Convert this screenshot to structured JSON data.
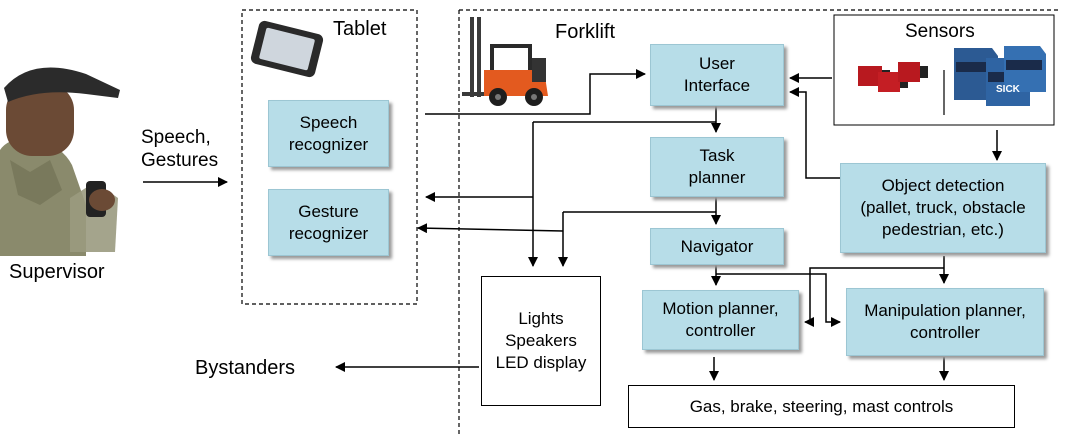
{
  "supervisor": {
    "label": "Supervisor"
  },
  "input_arrow": {
    "line1": "Speech,",
    "line2": "Gestures"
  },
  "bystanders": {
    "label": "Bystanders"
  },
  "tablet": {
    "title": "Tablet",
    "speech_recognizer": {
      "line1": "Speech",
      "line2": "recognizer"
    },
    "gesture_recognizer": {
      "line1": "Gesture",
      "line2": "recognizer"
    }
  },
  "forklift": {
    "title": "Forklift",
    "user_interface": {
      "line1": "User",
      "line2": "Interface"
    },
    "task_planner": {
      "line1": "Task",
      "line2": "planner"
    },
    "navigator": {
      "line1": "Navigator"
    },
    "motion_planner": {
      "line1": "Motion planner,",
      "line2": "controller"
    },
    "manipulation_planner": {
      "line1": "Manipulation planner,",
      "line2": "controller"
    },
    "object_detection": {
      "line1": "Object detection",
      "line2": "(pallet, truck, obstacle",
      "line3": "pedestrian, etc.)"
    },
    "outputs": {
      "line1": "Lights",
      "line2": "Speakers",
      "line3": "LED display"
    },
    "controls": {
      "label": "Gas, brake, steering, mast controls"
    }
  },
  "sensors": {
    "title": "Sensors",
    "badge": "SICK"
  },
  "colors": {
    "module_fill": "#b7dde8",
    "line": "#000000"
  }
}
